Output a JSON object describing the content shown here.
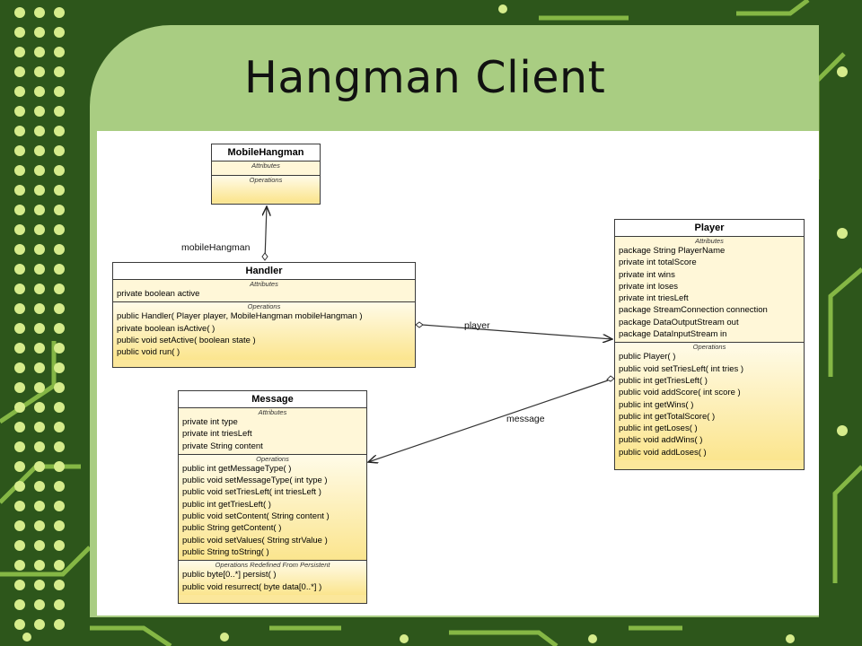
{
  "slide": {
    "title": "Hangman Client"
  },
  "diagram": {
    "section_labels": {
      "attributes": "Attributes",
      "operations": "Operations",
      "redefined": "Operations Redefined From Persistent"
    },
    "classes": {
      "mobile_hangman": {
        "name": "MobileHangman",
        "attributes": [],
        "operations": []
      },
      "handler": {
        "name": "Handler",
        "attributes": [
          "private boolean active"
        ],
        "operations": [
          "public Handler( Player player, MobileHangman mobileHangman )",
          "private boolean  isActive(  )",
          "public void  setActive( boolean state )",
          "public void  run(  )"
        ]
      },
      "player": {
        "name": "Player",
        "attributes": [
          "package String PlayerName",
          "private int totalScore",
          "private int wins",
          "private int loses",
          "private int triesLeft",
          "package StreamConnection connection",
          "package DataOutputStream out",
          "package DataInputStream in"
        ],
        "operations": [
          "public  Player(  )",
          "public void  setTriesLeft( int tries )",
          "public int  getTriesLeft(  )",
          "public void  addScore( int score )",
          "public int  getWins(  )",
          "public int  getTotalScore(  )",
          "public int  getLoses(  )",
          "public void  addWins(  )",
          "public void  addLoses(  )"
        ]
      },
      "message": {
        "name": "Message",
        "attributes": [
          "private int type",
          "private int triesLeft",
          "private String content"
        ],
        "operations": [
          "public int  getMessageType(  )",
          "public void  setMessageType( int type )",
          "public void  setTriesLeft( int triesLeft )",
          "public int  getTriesLeft(  )",
          "public void  setContent( String content )",
          "public String  getContent(  )",
          "public void  setValues( String strValue )",
          "public String  toString(  )"
        ],
        "redefined": [
          "public byte[0..*]  persist(  )",
          "public void  resurrect( byte data[0..*] )"
        ]
      }
    },
    "associations": {
      "mobile_hangman": "mobileHangman",
      "player": "player",
      "message": "message"
    }
  }
}
